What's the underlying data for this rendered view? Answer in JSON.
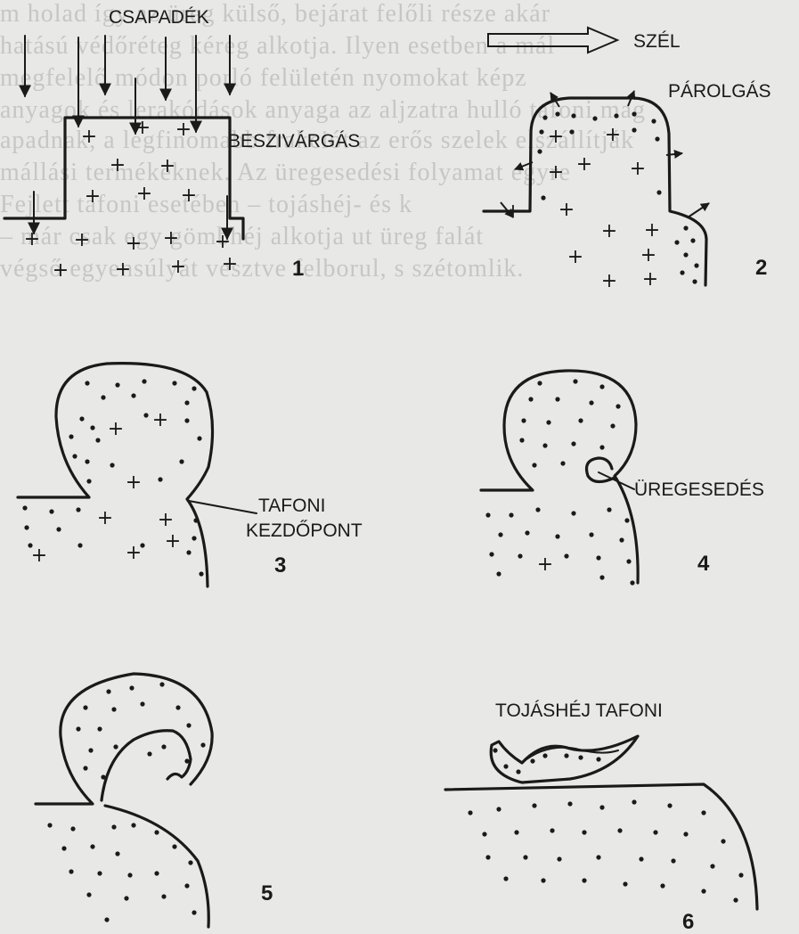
{
  "background_text": [
    "m holad  így az üreg külső, bejárat felőli része akár",
    "  hatású védőréteg kéreg alkotja. Ilyen esetben a mál",
    "  megfelelő  módon  porló  felületén  nyomokat  képz",
    "  anyagok  és  lerakódások anyaga az aljzatra hulló  tafoni mag",
    "  apadnak, a legfinomabb frakciót az erős szelek elszállítják",
    "  mállási termékeknek. Az üregesedési folyamat egyre",
    "  Fejlett tafoni esetében – tojáshéj- és k",
    "  – már csak egy gömbhéj alkotja ut üreg falát",
    "  végső egyensúlyát vesztve felborul, s szétomlik."
  ],
  "labels": {
    "csapadek": "CSAPADÉK",
    "beszivargas": "BESZIVÁRGÁS",
    "szel": "SZÉL",
    "parolgas": "PÁROLGÁS",
    "tafoni_line1": "TAFONI",
    "tafoni_line2": "KEZDŐPONT",
    "uregesedes": "ÜREGESEDÉS",
    "tojashej": "TOJÁSHÉJ TAFONI"
  },
  "panel_numbers": [
    "1",
    "2",
    "3",
    "4",
    "5",
    "6"
  ],
  "symbols": {
    "plus": "+"
  }
}
